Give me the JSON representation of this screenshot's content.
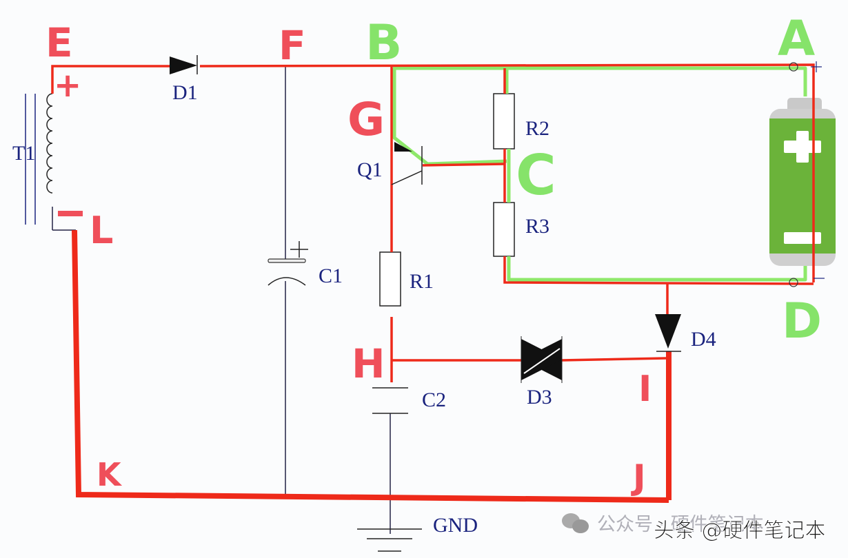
{
  "diagram": {
    "type": "circuit-schematic",
    "nodes": {
      "A": "A",
      "B": "B",
      "C": "C",
      "D": "D",
      "E": "E",
      "F": "F",
      "G": "G",
      "H": "H",
      "I": "I",
      "J": "J",
      "K": "K",
      "L": "L"
    },
    "node_colors": {
      "highlight_red": "#ef4f5a",
      "highlight_green": "#86e36a"
    },
    "path_colors": {
      "red_path": "#ee2a1a",
      "green_path": "#8ee86a",
      "wire": "#1a1a4a"
    },
    "components": {
      "T1": "T1",
      "D1": "D1",
      "C1": "C1",
      "Q1": "Q1",
      "R1": "R1",
      "R2": "R2",
      "R3": "R3",
      "C2": "C2",
      "D3": "D3",
      "D4": "D4",
      "GND": "GND"
    },
    "polarity": {
      "plus": "+",
      "minus": "−",
      "cap_plus": "+"
    },
    "battery": {
      "plus": "+",
      "minus": "−",
      "color": "#6bb33a"
    },
    "watermark": {
      "wechat": "公众号 · 硬件笔记本",
      "toutiao": "头条 @硬件笔记本"
    }
  }
}
